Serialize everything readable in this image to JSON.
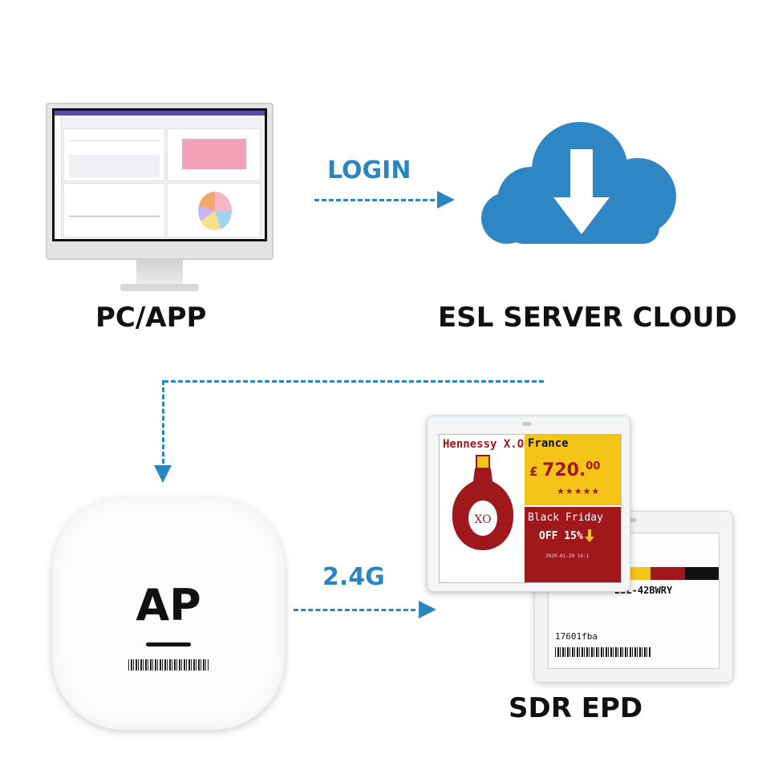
{
  "labels": {
    "login": "LOGIN",
    "pc_app": "PC/APP",
    "cloud": "ESL SERVER CLOUD",
    "ap": "AP",
    "freq": "2.4G",
    "sdr_epd": "SDR EPD"
  },
  "tag_front": {
    "product": "Hennessy X.O",
    "origin": "France",
    "currency": "£",
    "price_main": "720.",
    "price_cents": "00",
    "stars": "★★★★★",
    "promo": "Black Friday",
    "discount": "OFF 15%",
    "bottle_mark": "XO",
    "timestamp": "2020-01-20 14:1"
  },
  "tag_back": {
    "model": "ESL-42BWRY",
    "id": "17601fba"
  },
  "colors": {
    "accent_blue": "#2a86c1",
    "cloud_blue": "#2f86c4",
    "tag_red": "#a0171c",
    "tag_yellow": "#f4c418"
  },
  "icons": {
    "cloud": "cloud-download-icon",
    "monitor": "monitor-icon",
    "access_point": "access-point-device",
    "esl": "electronic-shelf-label"
  }
}
